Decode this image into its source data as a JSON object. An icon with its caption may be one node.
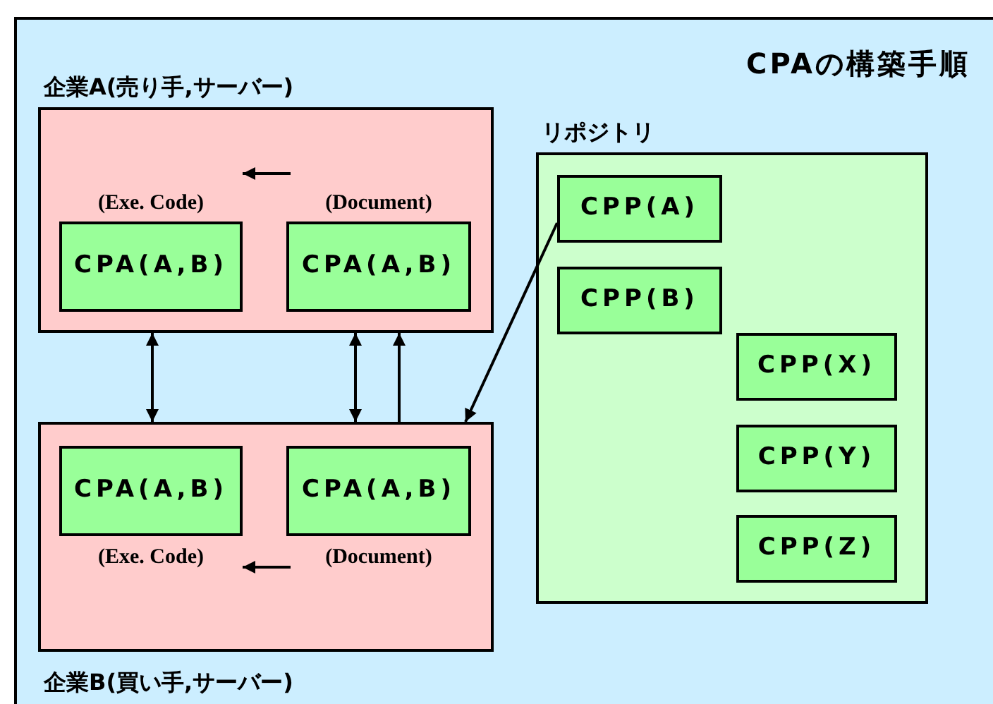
{
  "diagram": {
    "title": "CPAの構築手順",
    "nodes": [
      {
        "text": [
          "企業A(売り手,サーバー)"
        ]
      },
      {
        "text": [
          "CPA(A,B)"
        ],
        "in": 0,
        "beside": [
          "(Exe. Code)"
        ]
      },
      {
        "text": [
          "CPA(A,B)"
        ],
        "in": 0,
        "beside": [
          "(Document)"
        ]
      },
      {
        "text": [
          "企業B(買い手,サーバー)"
        ]
      },
      {
        "text": [
          "CPA(A,B)"
        ],
        "in": 3,
        "beside": [
          "(Exe. Code)"
        ]
      },
      {
        "text": [
          "CPA(A,B)"
        ],
        "in": 3,
        "beside": [
          "(Document)"
        ]
      },
      {
        "text": [
          "リポジトリ"
        ]
      },
      {
        "text": [
          "CPP(A)"
        ],
        "in": 6
      },
      {
        "text": [
          "CPP(B)"
        ],
        "in": 6
      },
      {
        "text": [
          "CPP(X)"
        ],
        "in": 6
      },
      {
        "text": [
          "CPP(Y)"
        ],
        "in": 6
      },
      {
        "text": [
          "CPP(Z)"
        ],
        "in": 6
      }
    ],
    "edges": [
      {
        "from": 0,
        "to": 3,
        "arrow": "both"
      },
      {
        "from": 0,
        "to": 3,
        "arrow": "both"
      },
      {
        "from": 3,
        "to": 0,
        "arrow": "to"
      },
      {
        "from": 7,
        "to": 3,
        "arrow": "to"
      },
      {
        "from": 2,
        "to": 1,
        "arrow": "to"
      },
      {
        "from": 5,
        "to": 4,
        "arrow": "to"
      }
    ]
  }
}
